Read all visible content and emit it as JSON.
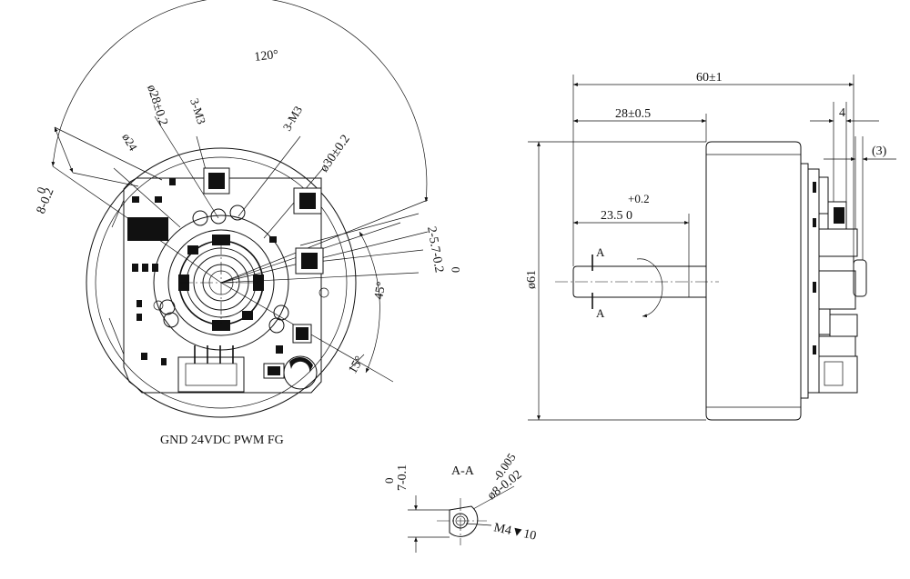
{
  "front_view": {
    "angle_120": "120°",
    "dia_28": "ø28±0.2",
    "thread_3m3_a": "3-M3",
    "thread_3m3_b": "3-M3",
    "dia_30": "ø30±0.2",
    "dia_24": "ø24",
    "dim_8_upper": "0",
    "dim_8_lower": "8-0.2",
    "dim_25_upper": "0",
    "dim_25_lower": "2-5.7-0.2",
    "angle_45": "45°",
    "angle_15": "15°",
    "pin_labels": "GND 24VDC PWM FG"
  },
  "side_view": {
    "length_total": "60±1",
    "length_28": "28±0.5",
    "dim_4": "4",
    "dim_3": "(3)",
    "shaft_tol": "+0.2",
    "shaft_len": "23.5 0",
    "dia_61": "ø61",
    "section_a_top": "A",
    "section_a_bottom": "A"
  },
  "section_view": {
    "title": "A-A",
    "dim_7_upper": "0",
    "dim_7_lower": "7-0.1",
    "dia_8_upper": "-0.005",
    "dia_8_lower": "ø8-0.02",
    "thread": "M4▼10"
  }
}
